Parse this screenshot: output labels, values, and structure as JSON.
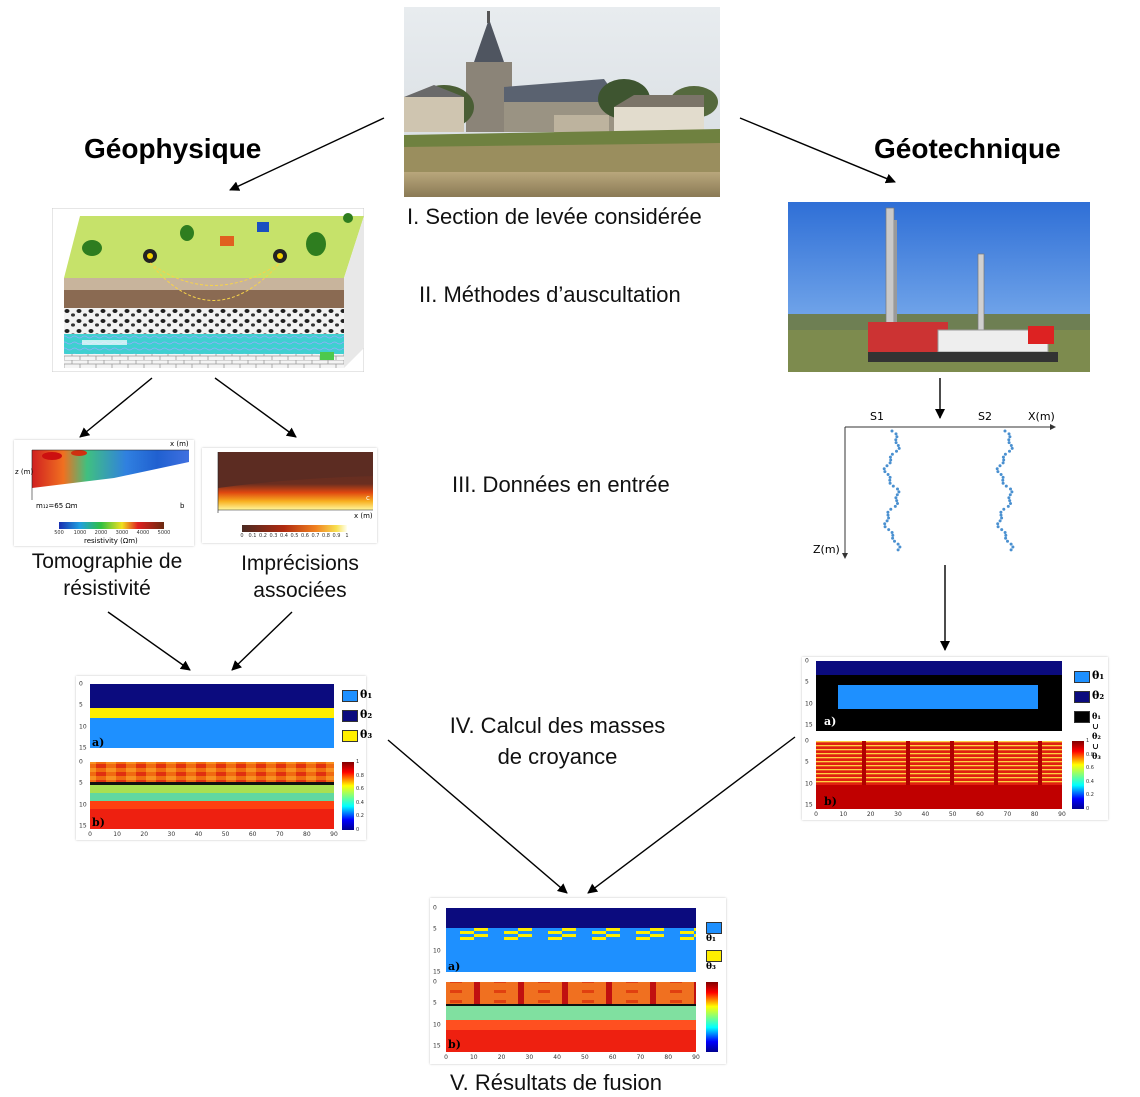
{
  "headers": {
    "geophysique": "Géophysique",
    "geotechnique": "Géotechnique"
  },
  "steps": {
    "s1": "I. Section de levée considérée",
    "s2": "II. Méthodes d’auscultation",
    "s3": "III. Données en entrée",
    "s4_line1": "IV. Calcul des masses",
    "s4_line2": "de croyance",
    "s5": "V. Résultats de fusion"
  },
  "captions": {
    "tomo_line1": "Tomographie de",
    "tomo_line2": "résistivité",
    "imprec_line1": "Imprécisions",
    "imprec_line2": "associées"
  },
  "boreholes": {
    "s1": "S1",
    "s2": "S2",
    "x_axis": "X(m)",
    "z_axis": "Z(m)"
  },
  "legend": {
    "theta1": "θ₁",
    "theta2": "θ₂",
    "theta3": "θ₃",
    "union": "θ₁ ∪ θ₂ ∪ θ₃",
    "panel_a": "a)",
    "panel_b": "b)"
  },
  "panel_ticks": {
    "x": [
      "0",
      "10",
      "20",
      "30",
      "40",
      "50",
      "60",
      "70",
      "80",
      "90"
    ],
    "y": [
      "0",
      "5",
      "10",
      "15"
    ],
    "cbar": [
      "1",
      "0.8",
      "0.6",
      "0.4",
      "0.2",
      "0"
    ]
  },
  "tomo": {
    "colorbar_label": "resistivity (Ωm)",
    "colorbar_ticks": [
      "500",
      "1000",
      "2000",
      "3000",
      "4000",
      "5000"
    ],
    "rms": "m₁₂=65 Ωm",
    "panel": "b",
    "xlabel": "x (m)",
    "zlabel": "z (m)"
  },
  "imprec": {
    "colorbar_ticks": [
      "0",
      "0.1",
      "0.2",
      "0.3",
      "0.4",
      "0.5",
      "0.6",
      "0.7",
      "0.8",
      "0.9",
      "1"
    ],
    "panel": "c",
    "xlabel": "x (m)"
  },
  "colors": {
    "theta1": "#1e90ff",
    "theta2": "#0a0a7a",
    "theta3": "#ffee00",
    "union": "#000000"
  }
}
